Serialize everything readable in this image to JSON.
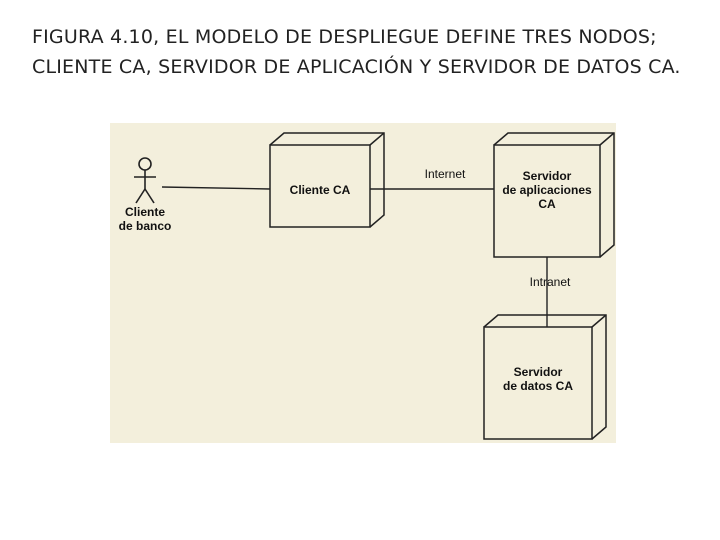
{
  "slide": {
    "title": "FIGURA 4.10,    EL MODELO DE DESPLIEGUE DEFINE TRES NODOS; CLIENTE CA, SERVIDOR DE APLICACIÓN Y SERVIDOR DE DATOS CA."
  },
  "diagram": {
    "actor_label_line1": "Cliente",
    "actor_label_line2": "de banco",
    "node_client": "Cliente CA",
    "node_app_line1": "Servidor",
    "node_app_line2": "de aplicaciones",
    "node_app_line3": "CA",
    "node_data_line1": "Servidor",
    "node_data_line2": "de datos CA",
    "link_internet": "Internet",
    "link_intranet": "Intranet"
  }
}
